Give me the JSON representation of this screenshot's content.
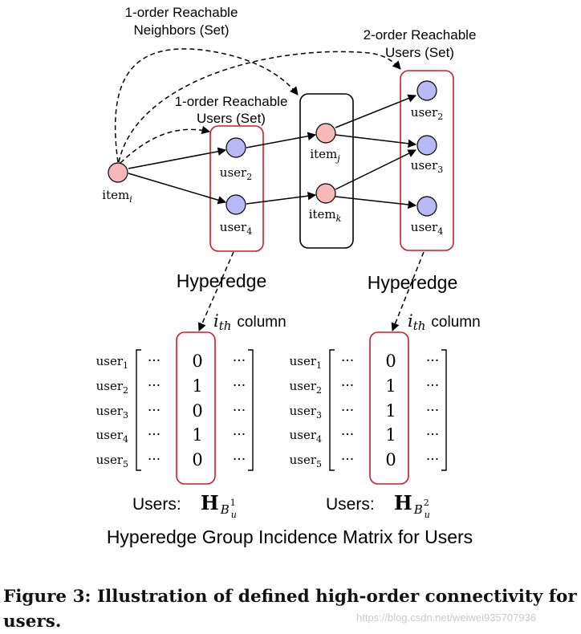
{
  "labels": {
    "neighbors_line1": "1-order Reachable",
    "neighbors_line2": "Neighbors (Set)",
    "second_order_line1": "2-order Reachable",
    "second_order_line2": "Users (Set)",
    "first_order_line1": "1-order Reachable",
    "first_order_line2": "Users (Set)",
    "hyperedge_left": "Hyperedge",
    "hyperedge_right": "Hyperedge",
    "column_word_left": "column",
    "column_word_right": "column",
    "users_left": "Users:",
    "users_right": "Users:",
    "group_title": "Hyperedge Group Incidence Matrix for Users"
  },
  "nodes": {
    "item_i": "item",
    "item_i_sub": "i",
    "item_j": "item",
    "item_j_sub": "j",
    "item_k": "item",
    "item_k_sub": "k",
    "first_user_a": "user",
    "first_user_a_sub": "2",
    "first_user_b": "user",
    "first_user_b_sub": "4",
    "second_user_a": "user",
    "second_user_a_sub": "2",
    "second_user_b": "user",
    "second_user_b_sub": "3",
    "second_user_c": "user",
    "second_user_c_sub": "4"
  },
  "column_math": {
    "base": "i",
    "sub": "th"
  },
  "matrix_left": {
    "rows": [
      "user",
      "user",
      "user",
      "user",
      "user"
    ],
    "row_subs": [
      "1",
      "2",
      "3",
      "4",
      "5"
    ],
    "values": [
      "0",
      "1",
      "0",
      "1",
      "0"
    ],
    "ellipsis": "···",
    "name_base": "H",
    "name_sub": "B",
    "name_sub_sub": "u",
    "name_sup": "1"
  },
  "matrix_right": {
    "rows": [
      "user",
      "user",
      "user",
      "user",
      "user"
    ],
    "row_subs": [
      "1",
      "2",
      "3",
      "4",
      "5"
    ],
    "values": [
      "0",
      "1",
      "1",
      "1",
      "0"
    ],
    "ellipsis": "···",
    "name_base": "H",
    "name_sub": "B",
    "name_sub_sub": "u",
    "name_sup": "2"
  },
  "caption": "Figure 3: Illustration of defined high-order connectivity for users.",
  "watermark": "https://blog.csdn.net/weiwei935707936",
  "colors": {
    "item_fill": "#f9b8b8",
    "user_fill": "#b8b8f5",
    "hyperedge_border": "#c4202a",
    "stroke": "#000000"
  }
}
